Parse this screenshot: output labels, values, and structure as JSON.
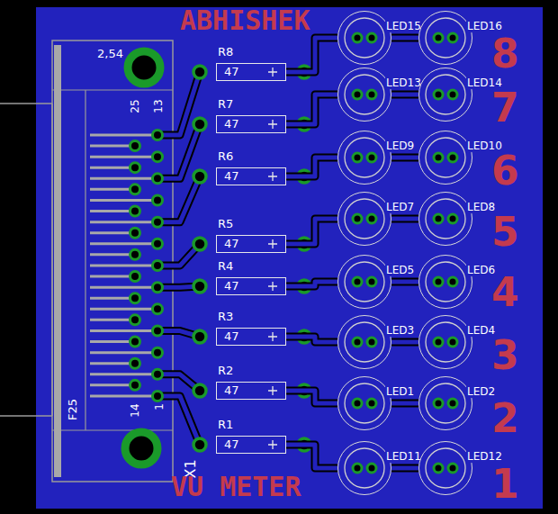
{
  "diagram": {
    "nodes": [
      {
        "text": [
          "R8",
          "47"
        ]
      },
      {
        "text": [
          "LED15"
        ]
      },
      {
        "text": [
          "LED16"
        ]
      },
      {
        "text": [
          "R7",
          "47"
        ]
      },
      {
        "text": [
          "LED13"
        ]
      },
      {
        "text": [
          "LED14"
        ]
      },
      {
        "text": [
          "R6",
          "47"
        ]
      },
      {
        "text": [
          "LED9"
        ]
      },
      {
        "text": [
          "LED10"
        ]
      },
      {
        "text": [
          "R5",
          "47"
        ]
      },
      {
        "text": [
          "LED7"
        ]
      },
      {
        "text": [
          "LED8"
        ]
      },
      {
        "text": [
          "R4",
          "47"
        ]
      },
      {
        "text": [
          "LED5"
        ]
      },
      {
        "text": [
          "LED6"
        ]
      },
      {
        "text": [
          "R3",
          "47"
        ]
      },
      {
        "text": [
          "LED3"
        ]
      },
      {
        "text": [
          "LED4"
        ]
      },
      {
        "text": [
          "R2",
          "47"
        ]
      },
      {
        "text": [
          "LED1"
        ]
      },
      {
        "text": [
          "LED2"
        ]
      },
      {
        "text": [
          "R1",
          "47"
        ]
      },
      {
        "text": [
          "LED11"
        ]
      },
      {
        "text": [
          "LED12"
        ]
      }
    ],
    "edges": [
      {
        "from": 0,
        "to": 1,
        "arrow": "none"
      },
      {
        "from": 1,
        "to": 2,
        "arrow": "none"
      },
      {
        "from": 3,
        "to": 4,
        "arrow": "none"
      },
      {
        "from": 4,
        "to": 5,
        "arrow": "none"
      },
      {
        "from": 6,
        "to": 7,
        "arrow": "none"
      },
      {
        "from": 7,
        "to": 8,
        "arrow": "none"
      },
      {
        "from": 9,
        "to": 10,
        "arrow": "none"
      },
      {
        "from": 10,
        "to": 11,
        "arrow": "none"
      },
      {
        "from": 12,
        "to": 13,
        "arrow": "none"
      },
      {
        "from": 13,
        "to": 14,
        "arrow": "none"
      },
      {
        "from": 15,
        "to": 16,
        "arrow": "none"
      },
      {
        "from": 16,
        "to": 17,
        "arrow": "none"
      },
      {
        "from": 18,
        "to": 19,
        "arrow": "none"
      },
      {
        "from": 19,
        "to": 20,
        "arrow": "none"
      },
      {
        "from": 21,
        "to": 22,
        "arrow": "none"
      },
      {
        "from": 22,
        "to": 23,
        "arrow": "none"
      }
    ],
    "labels": [
      "ABHISHEK",
      "8",
      "2,54",
      "25",
      "13",
      "7",
      "6",
      "5",
      "4",
      "3",
      "2",
      "14",
      "1",
      "F25",
      "X1",
      "VU METER",
      "1"
    ]
  }
}
